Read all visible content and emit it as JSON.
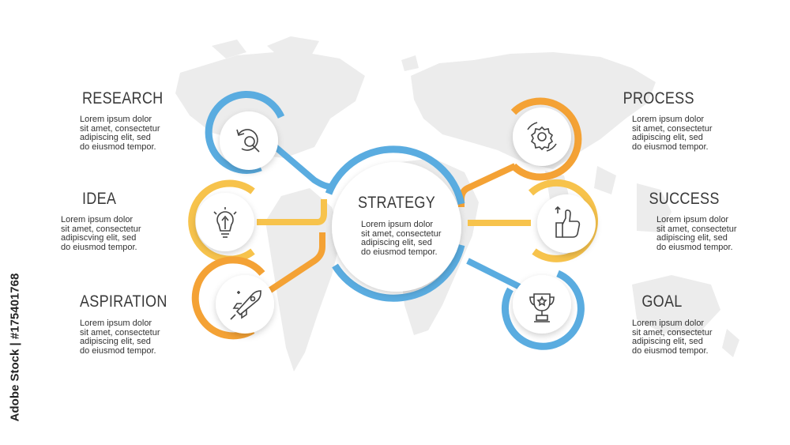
{
  "colors": {
    "blue": "#5aace0",
    "yellow": "#f7c34c",
    "orange": "#f4a235",
    "map": "#ebebeb",
    "text": "#333333"
  },
  "center": {
    "title": "STRATEGY",
    "text": "Lorem ipsum dolor\nsit amet, consectetur\nadipiscing elit, sed\ndo eiusmod tempor."
  },
  "nodes": {
    "research": {
      "title": "RESEARCH",
      "text": "Lorem ipsum dolor\nsit amet, consectetur\nadipiscing elit, sed\ndo eiusmod tempor.",
      "icon": "magnifier-refresh-icon"
    },
    "idea": {
      "title": "IDEA",
      "text": "Lorem ipsum dolor\nsit amet, consectetur\nadipiscving elit, sed\ndo eiusmod tempor.",
      "icon": "lightbulb-icon"
    },
    "aspiration": {
      "title": "ASPIRATION",
      "text": "Lorem ipsum dolor\nsit amet, consectetur\nadipiscing elit, sed\ndo eiusmod tempor.",
      "icon": "rocket-icon"
    },
    "process": {
      "title": "PROCESS",
      "text": "Lorem ipsum dolor\nsit amet, consectetur\nadipiscing elit, sed\ndo eiusmod tempor.",
      "icon": "gear-icon"
    },
    "success": {
      "title": "SUCCESS",
      "text": "Lorem ipsum dolor\nsit amet, consectetur\nadipiscing elit, sed\ndo eiusmod tempor.",
      "icon": "thumbs-up-icon"
    },
    "goal": {
      "title": "GOAL",
      "text": "Lorem ipsum dolor\nsit amet, consectetur\nadipiscing elit, sed\ndo eiusmod tempor.",
      "icon": "trophy-icon"
    }
  },
  "stock_id": "Adobe Stock | #175401768"
}
